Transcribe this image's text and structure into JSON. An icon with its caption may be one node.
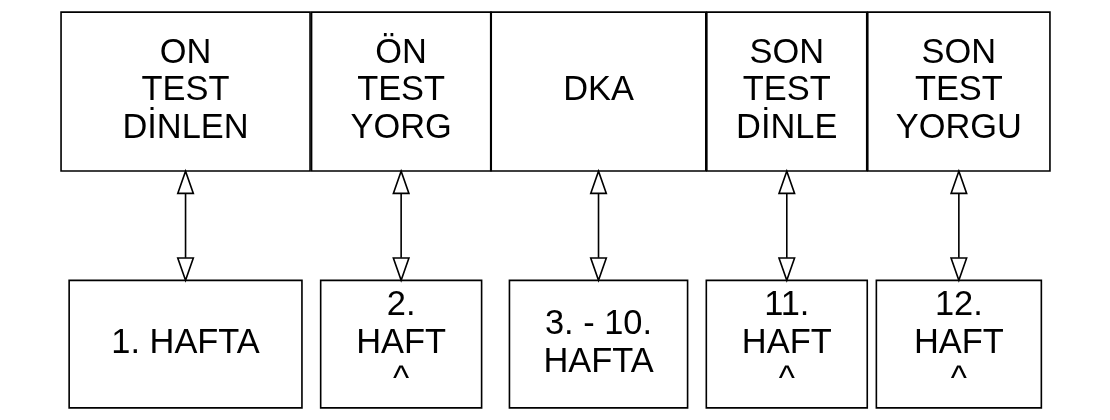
{
  "diagram": {
    "nodes": [
      {
        "text": [
          "ON TEST DİNLEN"
        ]
      },
      {
        "text": [
          "ÖN TEST YORG"
        ]
      },
      {
        "text": [
          "DKA"
        ]
      },
      {
        "text": [
          "SON TEST DİNLE"
        ]
      },
      {
        "text": [
          "SON TEST YORGU"
        ]
      },
      {
        "text": [
          "1. HAFTA"
        ]
      },
      {
        "text": [
          "2. HAFT ^"
        ]
      },
      {
        "text": [
          "3. - 10. HAFTA"
        ]
      },
      {
        "text": [
          "11. HAFT ^"
        ]
      },
      {
        "text": [
          "12. HAFT ^"
        ]
      }
    ],
    "edges": [
      {
        "from": 0,
        "to": 5,
        "arrow": "both"
      },
      {
        "from": 1,
        "to": 6,
        "arrow": "both"
      },
      {
        "from": 2,
        "to": 7,
        "arrow": "both"
      },
      {
        "from": 3,
        "to": 8,
        "arrow": "both"
      },
      {
        "from": 4,
        "to": 9,
        "arrow": "both"
      }
    ]
  }
}
